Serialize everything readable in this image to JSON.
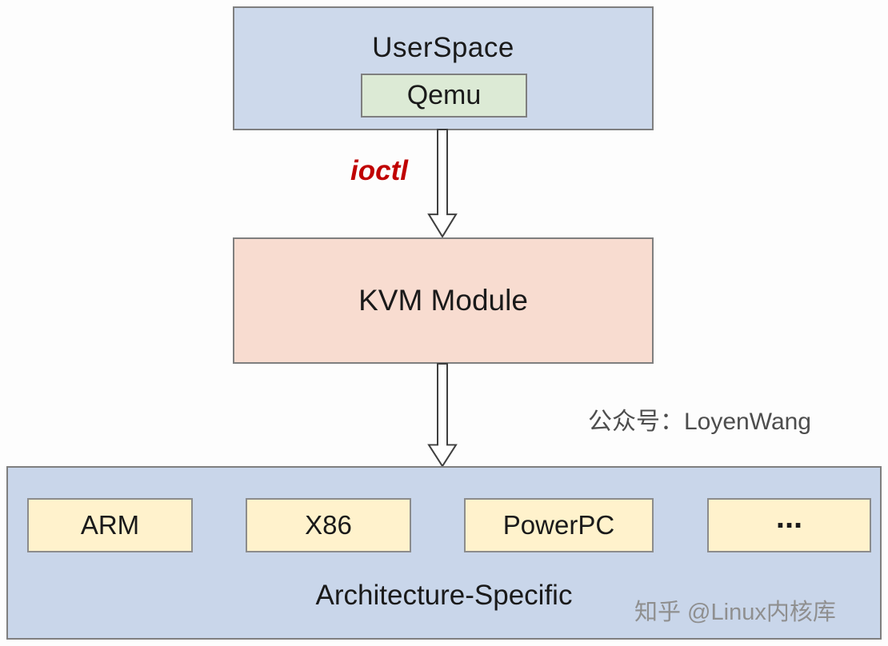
{
  "diagram": {
    "userspace": {
      "label": "UserSpace",
      "qemu_label": "Qemu"
    },
    "ioctl_label": "ioctl",
    "kvm_module": {
      "label": "KVM Module"
    },
    "watermark_wechat": "公众号：LoyenWang",
    "architecture": {
      "items": [
        "ARM",
        "X86",
        "PowerPC",
        "..."
      ],
      "label": "Architecture-Specific"
    },
    "watermark_zhihu": "知乎 @Linux内核库",
    "colors": {
      "userspace_fill": "#cdd9eb",
      "qemu_fill": "#dcead5",
      "kvm_fill": "#f8dcd0",
      "architecture_fill": "#c9d6ea",
      "arch_item_fill": "#fff2cc",
      "ioctl_text": "#c00000",
      "border": "#7f7f7f"
    }
  }
}
